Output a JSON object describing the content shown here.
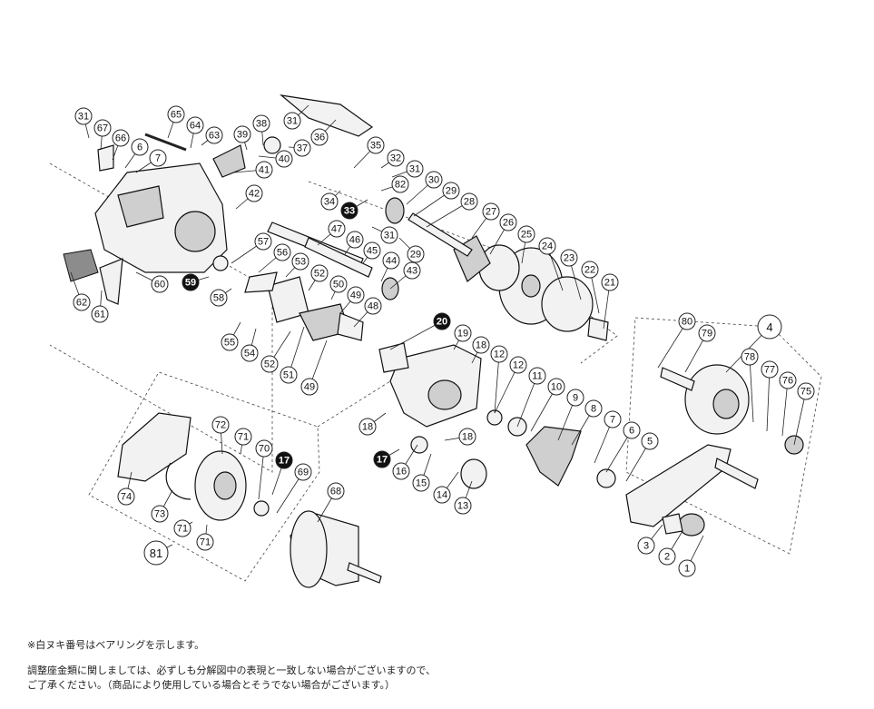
{
  "notes": {
    "bearing_note": "※白ヌキ番号はベアリングを示します。",
    "line1": "調整座金類に関しましては、必ずしも分解図中の表現と一致しない場合がございますので、",
    "line2": "ご了承ください。（商品により使用している場合とそうでない場合がございます。）"
  },
  "labels": [
    {
      "t": "31",
      "d": false,
      "big": false
    },
    {
      "t": "67",
      "d": false,
      "big": false
    },
    {
      "t": "66",
      "d": false,
      "big": false
    },
    {
      "t": "6",
      "d": false,
      "big": false
    },
    {
      "t": "7",
      "d": false,
      "big": false
    },
    {
      "t": "65",
      "d": false,
      "big": false
    },
    {
      "t": "64",
      "d": false,
      "big": false
    },
    {
      "t": "63",
      "d": false,
      "big": false
    },
    {
      "t": "38",
      "d": false,
      "big": false
    },
    {
      "t": "39",
      "d": false,
      "big": false
    },
    {
      "t": "31",
      "d": false,
      "big": false
    },
    {
      "t": "36",
      "d": false,
      "big": false
    },
    {
      "t": "37",
      "d": false,
      "big": false
    },
    {
      "t": "40",
      "d": false,
      "big": false
    },
    {
      "t": "41",
      "d": false,
      "big": false
    },
    {
      "t": "42",
      "d": false,
      "big": false
    },
    {
      "t": "35",
      "d": false,
      "big": false
    },
    {
      "t": "32",
      "d": false,
      "big": false
    },
    {
      "t": "31",
      "d": false,
      "big": false
    },
    {
      "t": "82",
      "d": false,
      "big": false
    },
    {
      "t": "30",
      "d": false,
      "big": false
    },
    {
      "t": "29",
      "d": false,
      "big": false
    },
    {
      "t": "28",
      "d": false,
      "big": false
    },
    {
      "t": "34",
      "d": false,
      "big": false
    },
    {
      "t": "33",
      "d": true,
      "big": false
    },
    {
      "t": "27",
      "d": false,
      "big": false
    },
    {
      "t": "26",
      "d": false,
      "big": false
    },
    {
      "t": "25",
      "d": false,
      "big": false
    },
    {
      "t": "24",
      "d": false,
      "big": false
    },
    {
      "t": "23",
      "d": false,
      "big": false
    },
    {
      "t": "22",
      "d": false,
      "big": false
    },
    {
      "t": "21",
      "d": false,
      "big": false
    },
    {
      "t": "47",
      "d": false,
      "big": false
    },
    {
      "t": "46",
      "d": false,
      "big": false
    },
    {
      "t": "45",
      "d": false,
      "big": false
    },
    {
      "t": "31",
      "d": false,
      "big": false
    },
    {
      "t": "29",
      "d": false,
      "big": false
    },
    {
      "t": "44",
      "d": false,
      "big": false
    },
    {
      "t": "43",
      "d": false,
      "big": false
    },
    {
      "t": "57",
      "d": false,
      "big": false
    },
    {
      "t": "56",
      "d": false,
      "big": false
    },
    {
      "t": "53",
      "d": false,
      "big": false
    },
    {
      "t": "52",
      "d": false,
      "big": false
    },
    {
      "t": "50",
      "d": false,
      "big": false
    },
    {
      "t": "49",
      "d": false,
      "big": false
    },
    {
      "t": "48",
      "d": false,
      "big": false
    },
    {
      "t": "60",
      "d": false,
      "big": false
    },
    {
      "t": "59",
      "d": true,
      "big": false
    },
    {
      "t": "58",
      "d": false,
      "big": false
    },
    {
      "t": "62",
      "d": false,
      "big": false
    },
    {
      "t": "61",
      "d": false,
      "big": false
    },
    {
      "t": "55",
      "d": false,
      "big": false
    },
    {
      "t": "54",
      "d": false,
      "big": false
    },
    {
      "t": "52",
      "d": false,
      "big": false
    },
    {
      "t": "51",
      "d": false,
      "big": false
    },
    {
      "t": "49",
      "d": false,
      "big": false
    },
    {
      "t": "20",
      "d": true,
      "big": false
    },
    {
      "t": "19",
      "d": false,
      "big": false
    },
    {
      "t": "18",
      "d": false,
      "big": false
    },
    {
      "t": "12",
      "d": false,
      "big": false
    },
    {
      "t": "12",
      "d": false,
      "big": false
    },
    {
      "t": "11",
      "d": false,
      "big": false
    },
    {
      "t": "10",
      "d": false,
      "big": false
    },
    {
      "t": "9",
      "d": false,
      "big": false
    },
    {
      "t": "8",
      "d": false,
      "big": false
    },
    {
      "t": "7",
      "d": false,
      "big": false
    },
    {
      "t": "6",
      "d": false,
      "big": false
    },
    {
      "t": "5",
      "d": false,
      "big": false
    },
    {
      "t": "18",
      "d": false,
      "big": false
    },
    {
      "t": "18",
      "d": false,
      "big": false
    },
    {
      "t": "17",
      "d": true,
      "big": false
    },
    {
      "t": "16",
      "d": false,
      "big": false
    },
    {
      "t": "15",
      "d": false,
      "big": false
    },
    {
      "t": "14",
      "d": false,
      "big": false
    },
    {
      "t": "13",
      "d": false,
      "big": false
    },
    {
      "t": "80",
      "d": false,
      "big": false
    },
    {
      "t": "79",
      "d": false,
      "big": false
    },
    {
      "t": "4",
      "d": false,
      "big": true
    },
    {
      "t": "78",
      "d": false,
      "big": false
    },
    {
      "t": "77",
      "d": false,
      "big": false
    },
    {
      "t": "76",
      "d": false,
      "big": false
    },
    {
      "t": "75",
      "d": false,
      "big": false
    },
    {
      "t": "3",
      "d": false,
      "big": false
    },
    {
      "t": "2",
      "d": false,
      "big": false
    },
    {
      "t": "1",
      "d": false,
      "big": false
    },
    {
      "t": "72",
      "d": false,
      "big": false
    },
    {
      "t": "71",
      "d": false,
      "big": false
    },
    {
      "t": "70",
      "d": false,
      "big": false
    },
    {
      "t": "17",
      "d": true,
      "big": false
    },
    {
      "t": "69",
      "d": false,
      "big": false
    },
    {
      "t": "74",
      "d": false,
      "big": false
    },
    {
      "t": "73",
      "d": false,
      "big": false
    },
    {
      "t": "71",
      "d": false,
      "big": false
    },
    {
      "t": "71",
      "d": false,
      "big": false
    },
    {
      "t": "68",
      "d": false,
      "big": false
    },
    {
      "t": "81",
      "d": false,
      "big": true
    }
  ]
}
